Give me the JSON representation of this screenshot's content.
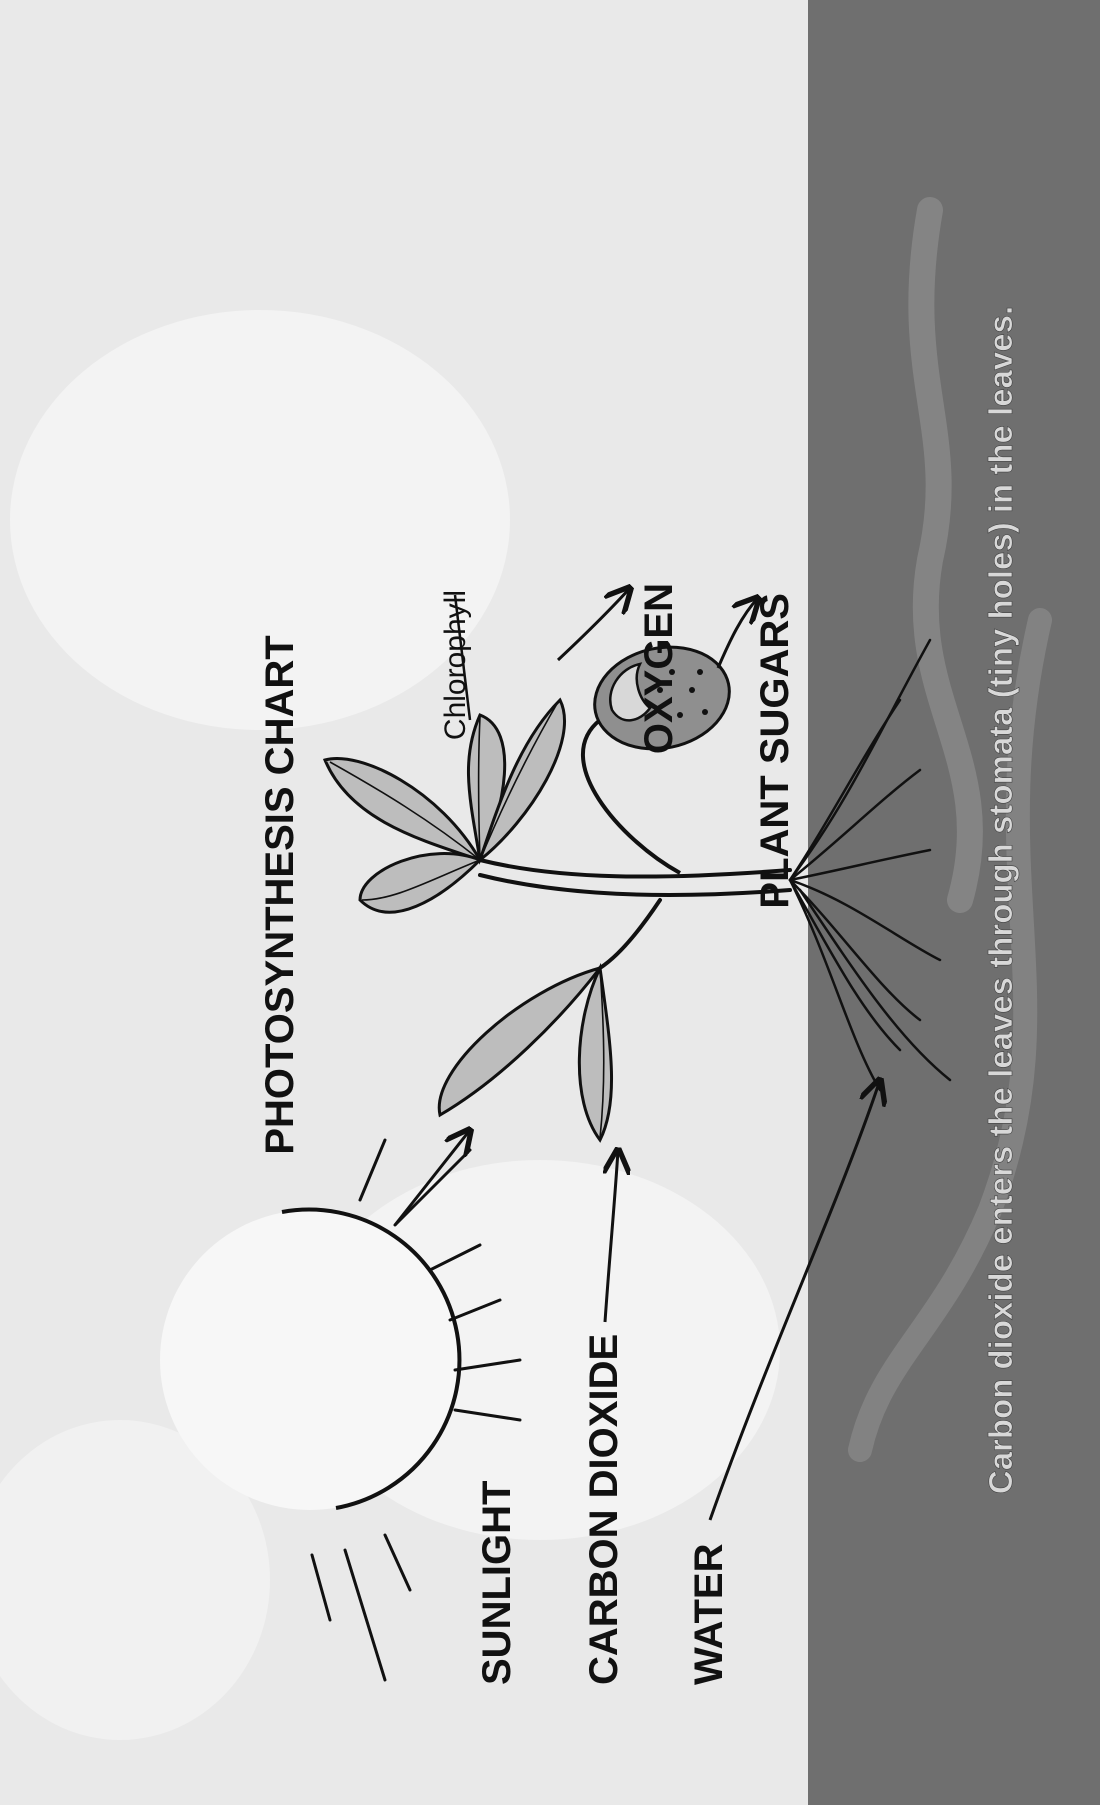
{
  "title": "PHOTOSYNTHESIS CHART",
  "labels": {
    "chlorophyll": "Chlorophyll",
    "oxygen": "OXYGEN",
    "plant_sugars": "PLANT SUGARS",
    "sunlight": "SUNLIGHT",
    "carbon_dioxide": "CARBON DIOXIDE",
    "water": "WATER"
  },
  "caption": "Carbon dioxide enters the leaves through stomata (tiny holes) in the leaves.",
  "colors": {
    "background": "#ffffff",
    "sky": "#e9e9e9",
    "soil_band": "#6f6f6f",
    "caption_text": "#d8d8d8",
    "ink": "#111111",
    "leaf_fill": "#bdbdbd",
    "fruit_fill": "#8f8f8f"
  }
}
